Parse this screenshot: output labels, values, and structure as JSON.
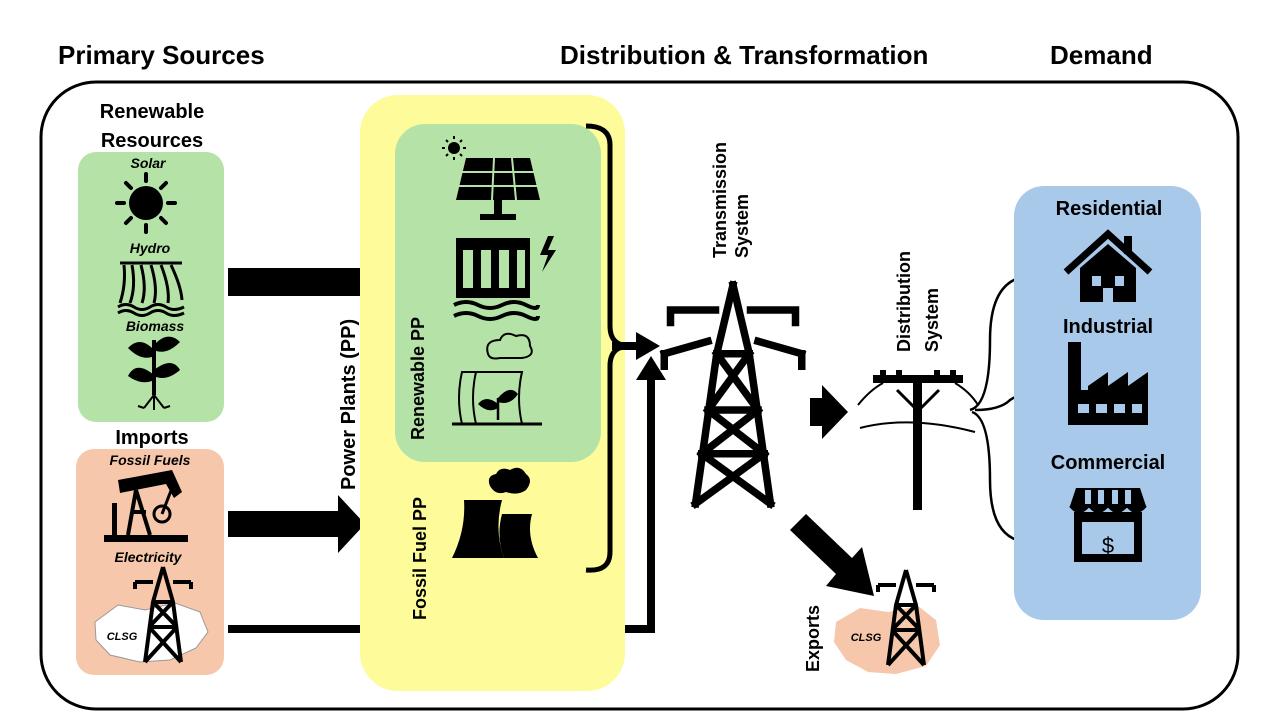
{
  "headers": {
    "primary_sources": "Primary Sources",
    "distribution_transformation": "Distribution & Transformation",
    "demand": "Demand"
  },
  "renewable": {
    "title_line1": "Renewable",
    "title_line2": "Resources",
    "solar": "Solar",
    "hydro": "Hydro",
    "biomass": "Biomass"
  },
  "imports": {
    "title": "Imports",
    "fossil_fuels": "Fossil Fuels",
    "electricity": "Electricity",
    "clsg": "CLSG"
  },
  "power_plants": {
    "title": "Power Plants (PP)",
    "renewable_pp": "Renewable PP",
    "fossil_fuel_pp": "Fossil Fuel PP"
  },
  "transmission": {
    "line1": "Transmission",
    "line2": "System"
  },
  "distribution": {
    "line1": "Distribution",
    "line2": "System"
  },
  "exports": {
    "label": "Exports",
    "clsg": "CLSG"
  },
  "demand": {
    "residential": "Residential",
    "industrial": "Industrial",
    "commercial": "Commercial",
    "currency_symbol": "$"
  },
  "colors": {
    "renewable_green": "#b5e3a7",
    "imports_peach": "#f6c7aa",
    "power_plants_yellow": "#fdfb9a",
    "demand_blue": "#a9c9eb",
    "line": "#000000"
  },
  "icons": [
    "sun-icon",
    "waterfall-icon",
    "plant-icon",
    "oil-pump-icon",
    "pylon-icon",
    "solar-panel-icon",
    "hydro-dam-icon",
    "biomass-plant-icon",
    "fossil-plant-icon",
    "utility-pole-icon",
    "house-icon",
    "factory-icon",
    "shop-icon",
    "map-region-icon"
  ]
}
